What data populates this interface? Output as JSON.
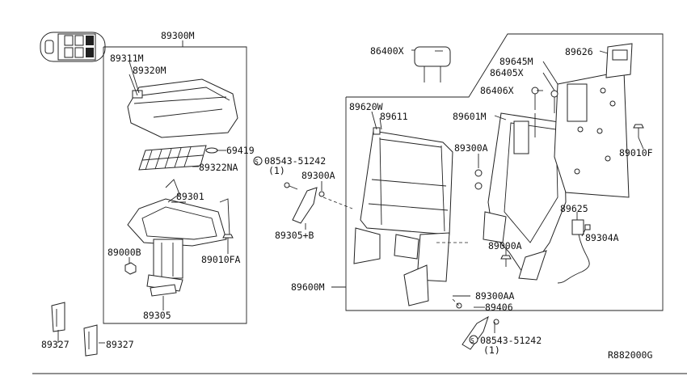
{
  "diagram_code": "R882000G",
  "labels": {
    "l89300M": "89300M",
    "l89311M": "89311M",
    "l89320M": "89320M",
    "l69419": "69419",
    "l89322NA": "89322NA",
    "l89301": "89301",
    "l89000B": "89000B",
    "l89010FA": "89010FA",
    "l89305": "89305",
    "l89327a": "89327",
    "l89327b": "89327",
    "l08543a": "08543-51242",
    "l08543a_qty": "(1)",
    "l89300A_left": "89300A",
    "l89305B": "89305+B",
    "l86400X": "86400X",
    "l89620W": "89620W",
    "l89611": "89611",
    "l89601M": "89601M",
    "l89645M": "89645M",
    "l86405X": "86405X",
    "l86406X": "86406X",
    "l89626": "89626",
    "l89010F": "89010F",
    "l89300A_right": "89300A",
    "l89625": "89625",
    "l89304A": "89304A",
    "l89000A": "89000A",
    "l89600M": "89600M",
    "l89300AA": "89300AA",
    "l89406": "89406",
    "l08543b": "08543-51242",
    "l08543b_qty": "(1)",
    "s_symbol_a": "S",
    "s_symbol_b": "S"
  }
}
